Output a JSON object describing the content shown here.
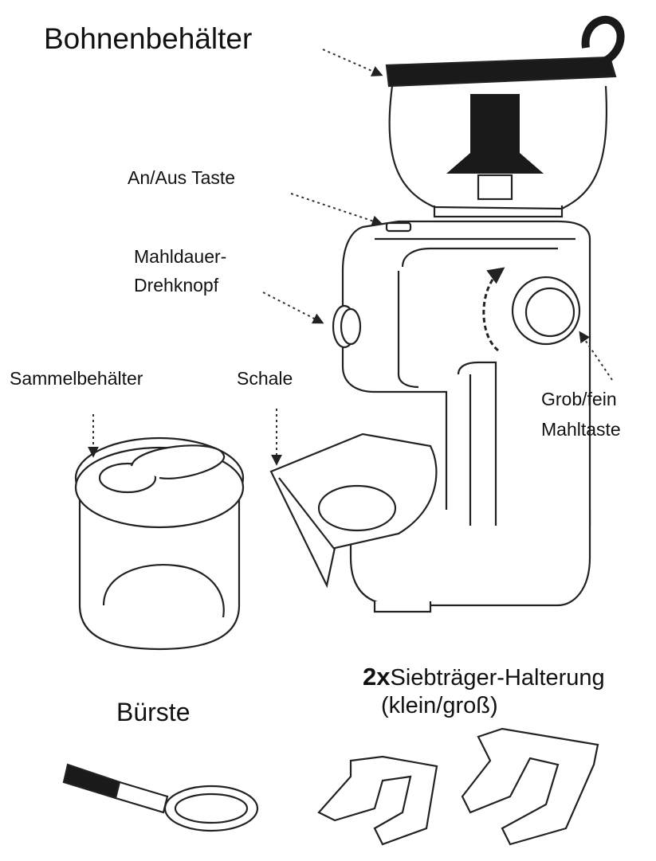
{
  "labels": {
    "bean_container": "Bohnenbehälter",
    "power_button": "An/Aus Taste",
    "duration_knob_line1": "Mahldauer-",
    "duration_knob_line2": "Drehknopf",
    "collection_container": "Sammelbehälter",
    "tray": "Schale",
    "coarse_fine_line1": "Grob/fein",
    "coarse_fine_line2": "Mahltaste",
    "brush": "Bürste",
    "holder_count": "2x",
    "holder": "Siebträger-Halterung",
    "holder_sizes": "(klein/groß)"
  }
}
